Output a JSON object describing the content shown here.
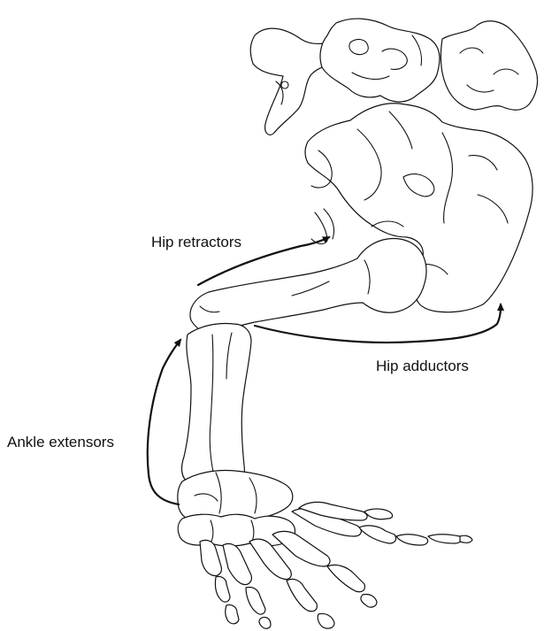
{
  "labels": {
    "hip_retractors": "Hip retractors",
    "hip_adductors": "Hip adductors",
    "ankle_extensors": "Ankle extensors"
  },
  "colors": {
    "line": "#111111",
    "background": "#ffffff"
  }
}
